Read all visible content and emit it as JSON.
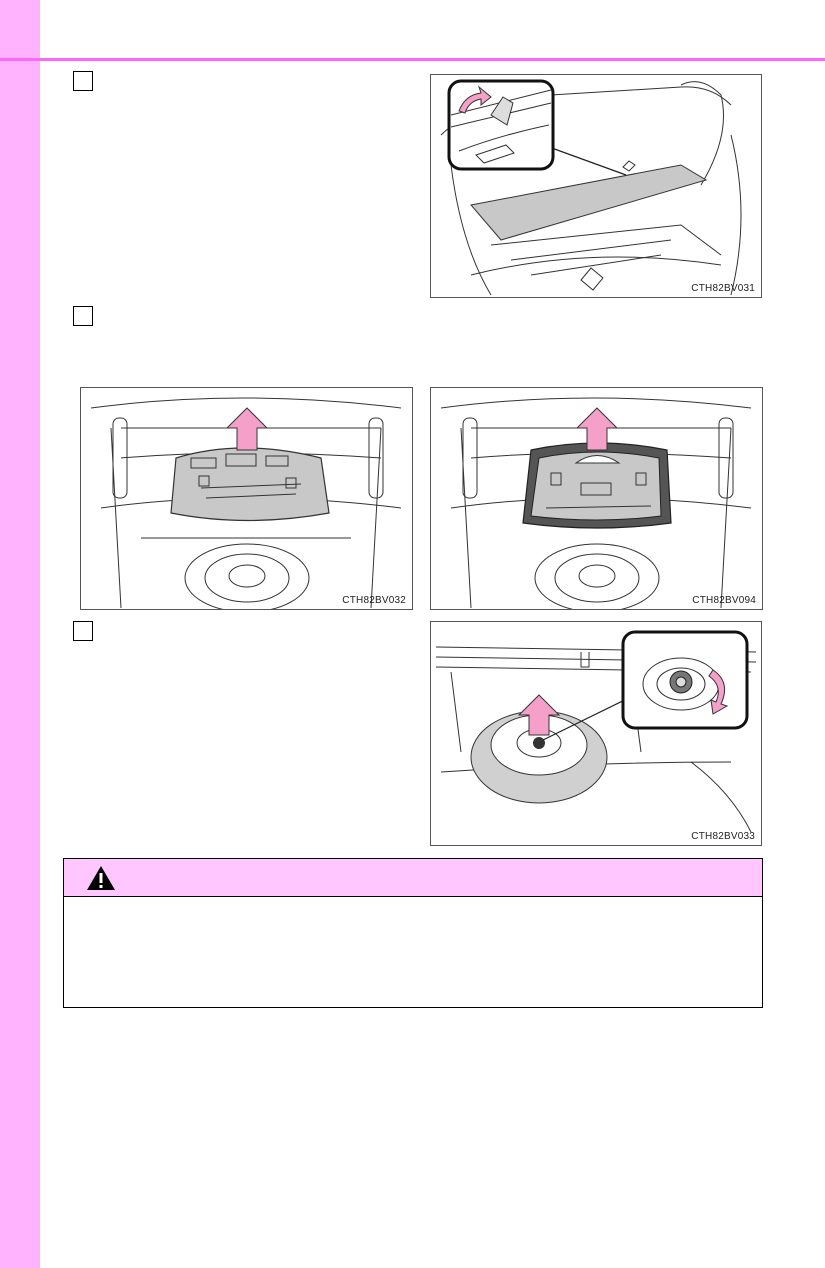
{
  "figures": [
    {
      "code": "CTH82BV031"
    },
    {
      "code": "CTH82BV032"
    },
    {
      "code": "CTH82BV094"
    },
    {
      "code": "CTH82BV033"
    }
  ],
  "colors": {
    "side_tab": "#ffb3ff",
    "header_rule": "#ff66ff",
    "warning_band": "#ffc6ff",
    "arrow_fill": "#f4a0c8",
    "panel_gray": "#c8c8c8"
  },
  "icons": {
    "warning": "warning-triangle-icon"
  }
}
